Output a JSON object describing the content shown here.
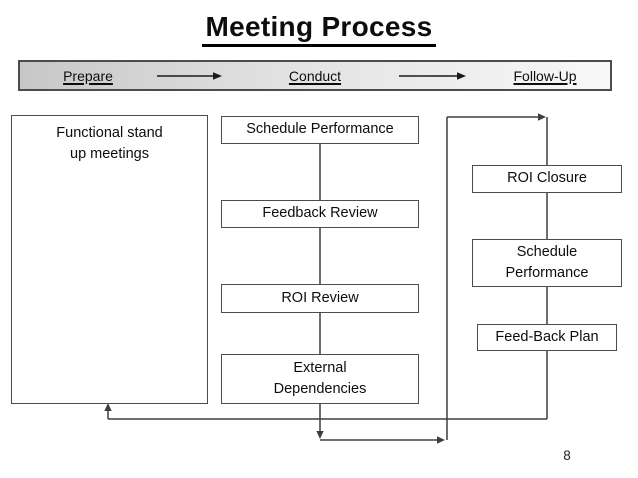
{
  "slide": {
    "title": "Meeting Process",
    "page_number": "8"
  },
  "banner": {
    "stages": [
      "Prepare",
      "Conduct",
      "Follow-Up"
    ]
  },
  "prepare": {
    "box": "Functional stand\nup meetings"
  },
  "conduct": {
    "boxes": [
      "Schedule Performance",
      "Feedback Review",
      "ROI Review",
      "External\nDependencies"
    ]
  },
  "follow_up": {
    "boxes": [
      "ROI Closure",
      "Schedule\nPerformance",
      "Feed-Back Plan"
    ]
  },
  "colors": {
    "line": "#3f3f3f",
    "box_border": "#4c4c4c",
    "banner_border": "#4c4c4c",
    "banner_gradient_left": "#c7c7c7",
    "banner_gradient_right": "#f8f8f8",
    "text": "#0d0d0d",
    "background": "#ffffff"
  }
}
